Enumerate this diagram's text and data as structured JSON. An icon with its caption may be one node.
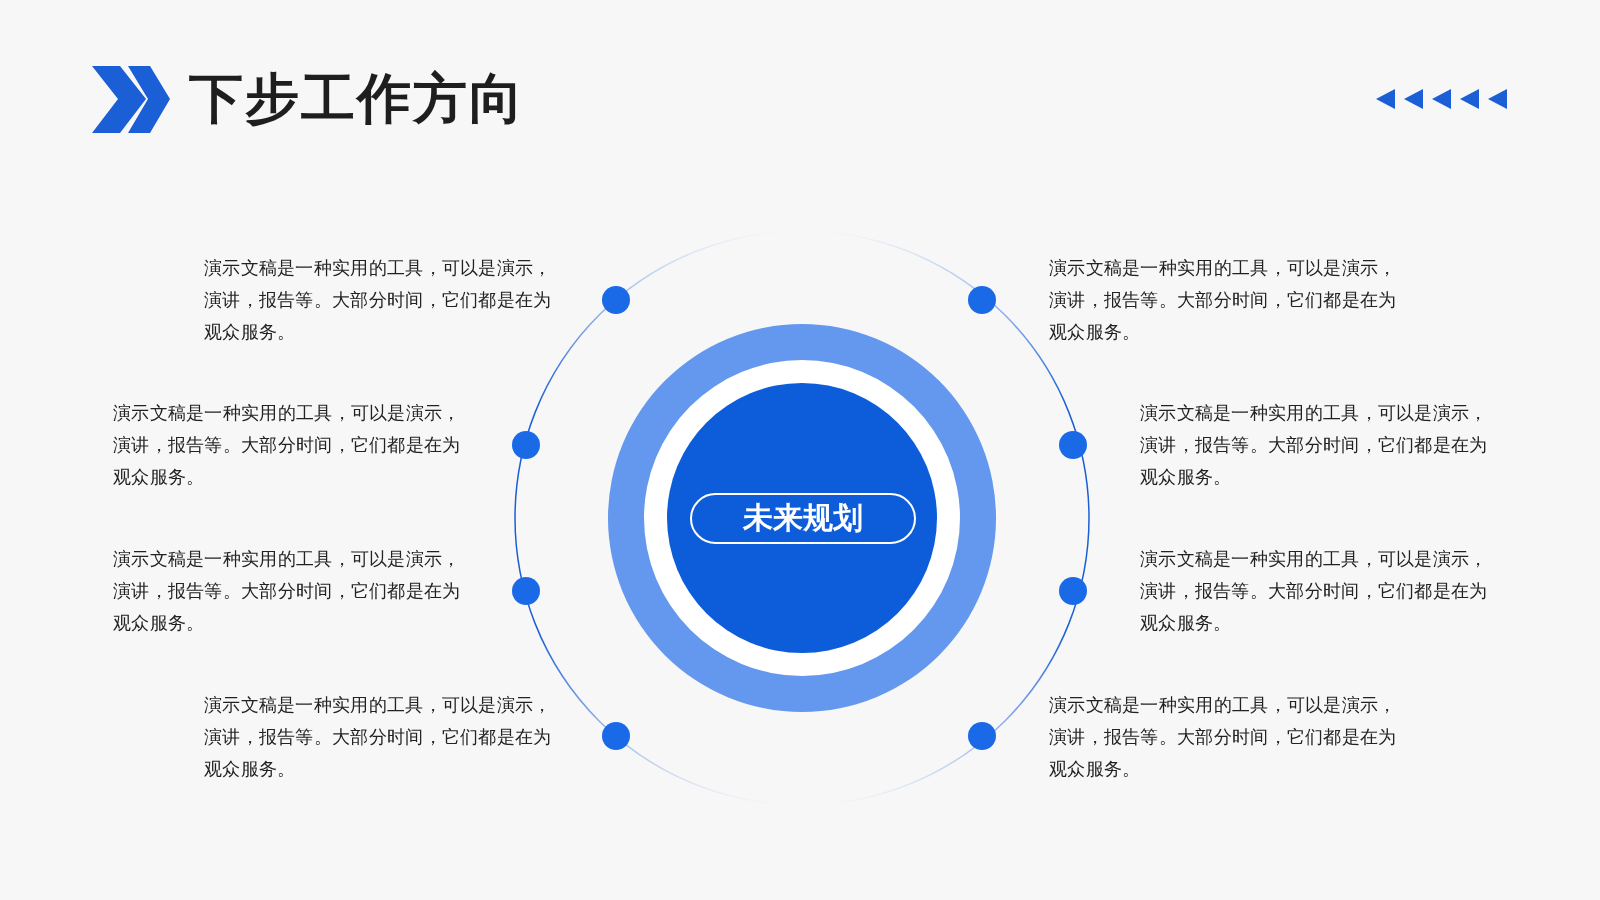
{
  "diagram": {
    "title": "下步工作方向",
    "nodes": [
      {
        "text": [
          "未来规划"
        ]
      }
    ],
    "labels": [
      "演示文稿是一种实用的工具，可以是演示，演讲，报告等。大部分时间，它们都是在为观众服务。",
      "演示文稿是一种实用的工具，可以是演示，演讲，报告等。大部分时间，它们都是在为观众服务。",
      "演示文稿是一种实用的工具，可以是演示，演讲，报告等。大部分时间，它们都是在为观众服务。",
      "演示文稿是一种实用的工具，可以是演示，演讲，报告等。大部分时间，它们都是在为观众服务。",
      "演示文稿是一种实用的工具，可以是演示，演讲，报告等。大部分时间，它们都是在为观众服务。",
      "演示文稿是一种实用的工具，可以是演示，演讲，报告等。大部分时间，它们都是在为观众服务。",
      "演示文稿是一种实用的工具，可以是演示，演讲，报告等。大部分时间，它们都是在为观众服务。",
      "演示文稿是一种实用的工具，可以是演示，演讲，报告等。大部分时间，它们都是在为观众服务。"
    ]
  }
}
